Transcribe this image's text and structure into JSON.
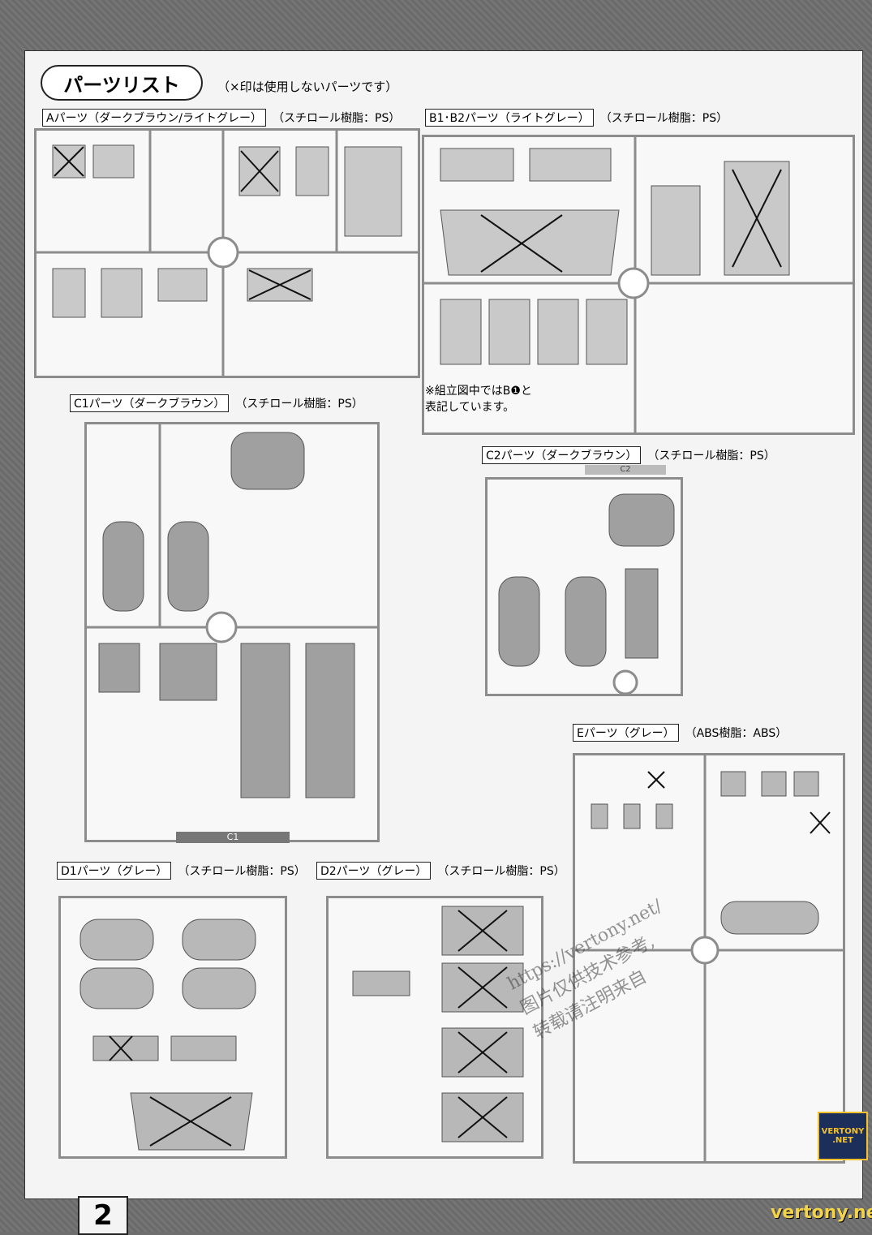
{
  "header": {
    "title": "パーツリスト",
    "note": "（×印は使用しないパーツです）"
  },
  "sections": [
    {
      "id": "A",
      "label": "Aパーツ（ダークブラウン/ライトグレー）",
      "material": "（スチロール樹脂：PS）"
    },
    {
      "id": "B",
      "label": "B1･B2パーツ（ライトグレー）",
      "material": "（スチロール樹脂：PS）"
    },
    {
      "id": "C1",
      "label": "C1パーツ（ダークブラウン）",
      "material": "（スチロール樹脂：PS）"
    },
    {
      "id": "C2",
      "label": "C2パーツ（ダークブラウン）",
      "material": "（スチロール樹脂：PS）"
    },
    {
      "id": "E",
      "label": "Eパーツ（グレー）",
      "material": "（ABS樹脂：ABS）"
    },
    {
      "id": "D1",
      "label": "D1パーツ（グレー）",
      "material": "（スチロール樹脂：PS）"
    },
    {
      "id": "D2",
      "label": "D2パーツ（グレー）",
      "material": "（スチロール樹脂：PS）"
    }
  ],
  "remark": [
    "※組立図中ではB❶と",
    "表記しています。"
  ],
  "sprue_tags": {
    "c1": "C1",
    "c2": "C2"
  },
  "page_number": "2",
  "logo": [
    "VERTONY",
    ".NET"
  ],
  "site": "vertony.net",
  "watermark": [
    "https://vertony.net/",
    "图片仅供技术参考,",
    "转载请注明来自"
  ]
}
